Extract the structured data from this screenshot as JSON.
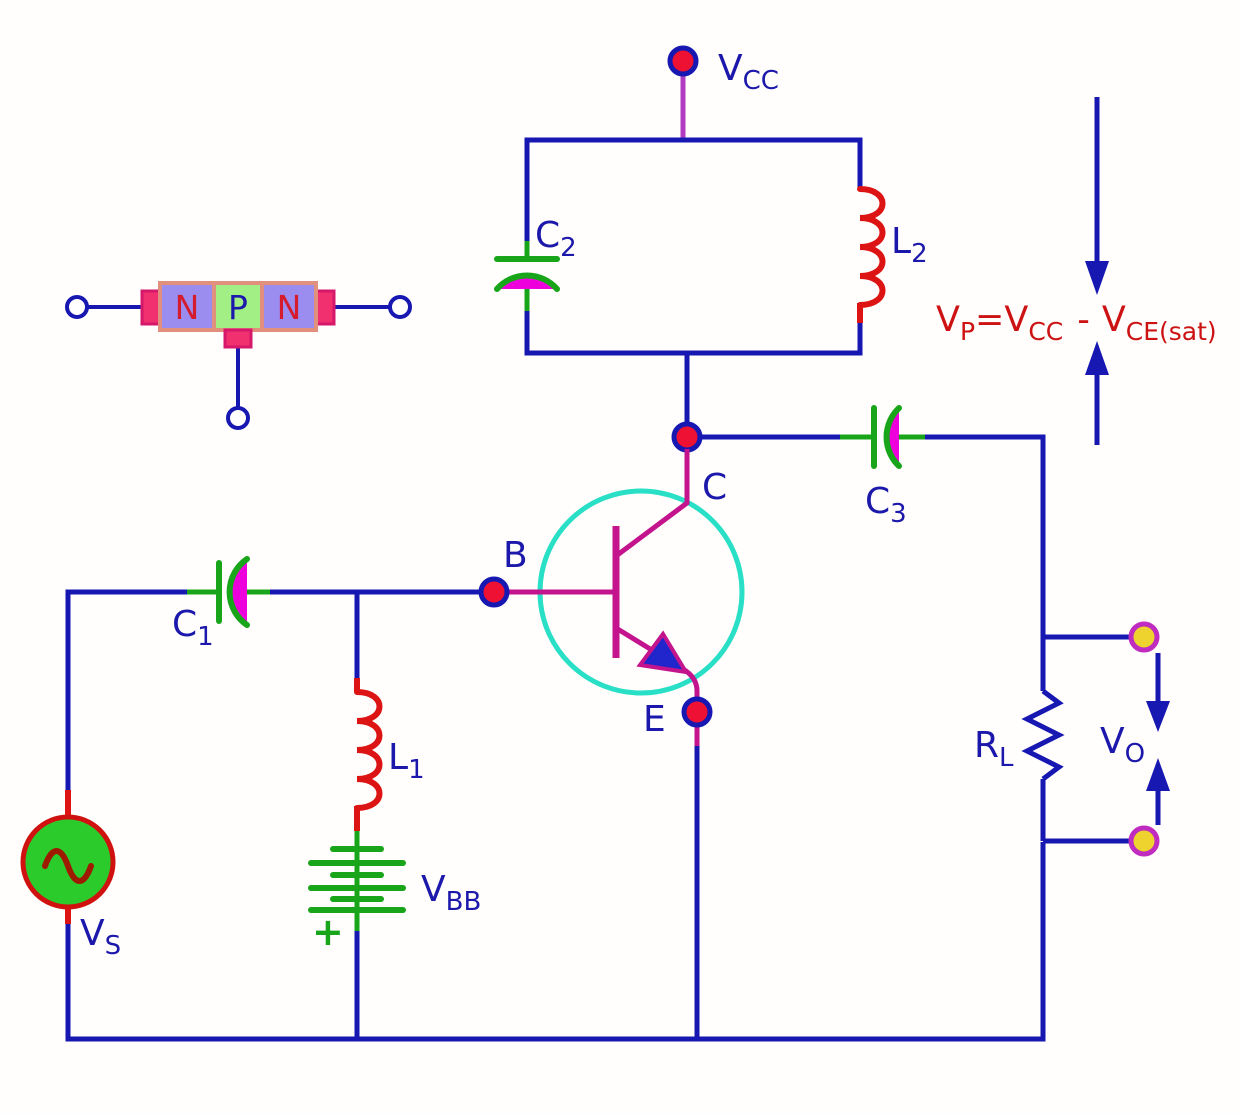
{
  "labels": {
    "vcc": {
      "base": "V",
      "sub": "CC"
    },
    "c1": {
      "base": "C",
      "sub": "1"
    },
    "c2": {
      "base": "C",
      "sub": "2"
    },
    "c3": {
      "base": "C",
      "sub": "3"
    },
    "l1": {
      "base": "L",
      "sub": "1"
    },
    "l2": {
      "base": "L",
      "sub": "2"
    },
    "vbb": {
      "base": "V",
      "sub": "BB"
    },
    "vs": {
      "base": "V",
      "sub": "S"
    },
    "rl": {
      "base": "R",
      "sub": "L"
    },
    "vo": {
      "base": "V",
      "sub": "O"
    },
    "base_terminal": "B",
    "collector_terminal": "C",
    "emitter_terminal": "E",
    "battery_plus": "+"
  },
  "npn_block": {
    "left_region": "N",
    "middle_region": "P",
    "right_region": "N"
  },
  "formula": {
    "p1": "V",
    "s1": "P",
    "p2": "=V",
    "s2": "CC",
    "minus": "-",
    "p3": "V",
    "s3": "CE(sat)"
  },
  "colors": {
    "wire_blue": "#1717b2",
    "magenta": "#c3148e",
    "vcc_stub": "#b13cc1",
    "component_red": "#dd1414",
    "node_fill": "#ee1133",
    "green": "#18a51a",
    "vs_fill": "#2ccb2c",
    "vs_ring": "#cf1210",
    "sine_red": "#9e1a00",
    "capacitor_fill": "#ee00dd",
    "transistor_ring": "#29dfc6",
    "label_blue": "#1c18ab",
    "formula_red": "#cc1212",
    "terminal_yellow": "#eed22e",
    "terminal_ring": "#bf2cbf",
    "n_region": "#9b8cf0",
    "p_region": "#a2ef85",
    "region_border": "#e2907e",
    "contact_fill": "#f0306f",
    "contact_border": "#d6186a",
    "n_letter": "#d41c2c",
    "emitter_arrow_fill": "#2026cc"
  }
}
